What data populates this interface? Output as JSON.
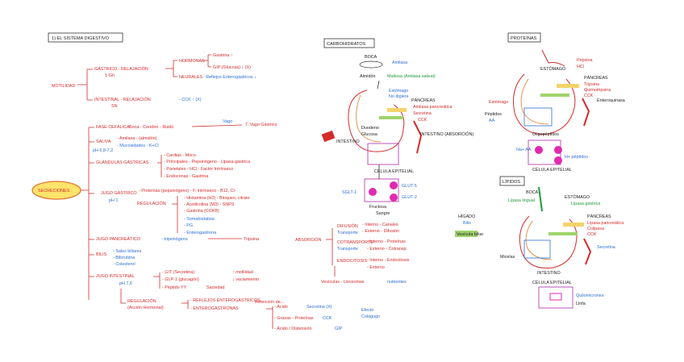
{
  "titles": {
    "main": "1) EL SISTEMA DIGESTIVO",
    "carb": "CARBOHIDRATOS",
    "prot": "PROTEÍNAS",
    "lip": "LÍPIDOS"
  },
  "motility": {
    "root": "MOTILIDAD",
    "gastric": "GÁSTRICO - RELAJACIÓN",
    "gastric_sub": "1-Gh",
    "hormonal": "HORMONAS",
    "gastrina": "Gastrina ↑",
    "gip": "GIP (Glucosa) ↓ (X)",
    "neural": "NEURALES",
    "neural_desc": "- Reflejos Enterogástricos ↓",
    "intestinal": "INTESTINAL - RELAJACIÓN",
    "intestinal_sub": "SN",
    "cck": "- CCK ↑ (X)"
  },
  "secretions": {
    "root": "SECRECIONES",
    "fase_cef": "FASE CEFÁLICA",
    "fase_cef_extra": "Boca - Cerebro - Ruido",
    "vago": "Vago",
    "fase_cef_end": "T. Vago Gástrico",
    "saliva": "SALIVA",
    "saliva_1": "- Amilasa - (almidón)",
    "saliva_2": "- Mucosidades - K+Cl",
    "saliva_ph": "pH 6,8-7,2",
    "glandulas": "GLÁNDULAS GÁSTRICAS",
    "gl_1": "- Cardias - Moco",
    "gl_2": "- Principales - Pepsinógeno - Lipasa gástrica",
    "gl_3": "- Parietales - HCl - Factor Intrínseco",
    "gl_4": "- Endocrinas - Gastrina",
    "jugo_gas": "JUGO GÁSTRICO",
    "jugo_gas_desc": "- Proteínas (pepsinógeno) - F. intrínseco - B12, Cl-",
    "jugo_gas_ph": "pH 1",
    "regulacion": "REGULACIÓN",
    "reg_1": "- Histamina (H2) - Bloqueo, citrato",
    "reg_2": "- Acetilcolina (M3) - SNPS",
    "reg_3": "- Gastrina (CCKB)",
    "reg_4": "- Somatostatina",
    "reg_5": "- PG",
    "reg_6": "- Enterogastrona",
    "jugo_pan": "JUGO PANCREÁTICO",
    "jugo_pan_desc": "- tripsinógeno",
    "jugo_pan_end": "Tripsina",
    "bilis": "BILIS",
    "bilis_1": "- Sales biliares",
    "bilis_2": "- Bilirrubina",
    "bilis_3": "- Colesterol",
    "jugo_int": "JUGO INTESTINAL",
    "jugo_int_ph": "pH 7,6",
    "ji_1": "- GIT (Secretina)",
    "ji_1r": "↑ motilidad",
    "ji_2": "- GLP-1 (glucagón)",
    "ji_2r": "↓ vaciamiento",
    "ji_3": "- Péptido YY",
    "ji_3r": "Saciedad",
    "reg_int": "REGULACIÓN",
    "reg_int_sub": "(Acción Hormonal)",
    "reflejos": "- REFLEJOS ENTEROGÁSTRICOS",
    "reflejos_end": "Retención de...",
    "enterogastronas": "- ENTEROGASTRONAS",
    "eg_1": "- Ácido",
    "eg_1r": "Secretina (X)",
    "eg_2": "- Grasas - Proteínas",
    "eg_2r": "CCK",
    "eg_3": "- Ácido / Distensión",
    "eg_3r": "GIP",
    "ph_label": "Efecto",
    "ph_label2": "Colagogo"
  },
  "absorption": {
    "root": "ABSORCIÓN",
    "difusion": "DIFUSIÓN",
    "difusion_sub": "Transporte",
    "dif_1": "- Interno - Canales",
    "dif_2": "- Externo - Difusión",
    "cotransporte": "COTRANSPORTE",
    "cotransporte_sub": "Transporte",
    "co_1": "- Interno - Proteínas",
    "co_1r": "",
    "co_2": "- Externo - Cotransp.",
    "endocitosis": "ENDOCITOSIS",
    "en_1": "- Interno - Endocitosis",
    "en_2": "- Externo",
    "vesiculas": "Vesículas - Lisosomas",
    "vesiculas_end": "nutrientes"
  },
  "carb_diagram": {
    "boca": "BOCA",
    "amilasa": "Amilasa",
    "almidon": "Almidón",
    "maltosa": "Maltosa (Amilasa salival)",
    "estomago": "Estómago",
    "no_digest": "No digiere",
    "pancreas": "PÁNCREAS",
    "amilasa_pan": "Amilasa pancreática",
    "intestino": "INTESTINO",
    "secretina": "Secretina",
    "cck": "CCK",
    "duodeno": "Duodeno",
    "glucosa": "Glucosa",
    "intestino_delgado": "INTESTINO (ABSORCIÓN)",
    "celula": "CÉLULA EPITELIAL",
    "glut5": "GLUT-5",
    "sglt1": "SGLT-1",
    "glut2": "GLUT-2",
    "fructosa": "Fructosa",
    "sangre": "Sangre"
  },
  "prot_diagram": {
    "estomago": "ESTÓMAGO",
    "pepsina": "Pepsina",
    "hcl": "HCl",
    "pancreas": "PÁNCREAS",
    "tripsina": "Tripsina",
    "quimotripsina": "Quimotripsina",
    "enteroquinasa": "Enteroquinasa",
    "cck": "CCK",
    "estomago2": "Estómago",
    "peptidos": "Péptidos",
    "aa": "AA",
    "oligo": "Oligopéptidos",
    "celula": "CÉLULA EPITELIAL",
    "na_aa": "Na+ AA",
    "h_pep": "H+ péptidos"
  },
  "lip_diagram": {
    "boca": "BOCA",
    "lipasa_ling": "Lipasa lingual",
    "estomago": "ESTÓMAGO",
    "lipasa_gas": "Lipasa gástrica",
    "higado": "HÍGADO",
    "bilis": "Bilis",
    "vesicula": "Vesícula biliar",
    "pancreas": "PÁNCREAS",
    "lipasa_pan": "Lipasa pancreática",
    "colipasa": "Colipasa",
    "cck": "CCK",
    "secretina": "Secretina",
    "micelas": "Micelas",
    "intestino": "INTESTINO",
    "quilomicrones": "Quilomicrones",
    "celula": "CÉLULA EPITELIAL",
    "linfa": "Linfa"
  }
}
